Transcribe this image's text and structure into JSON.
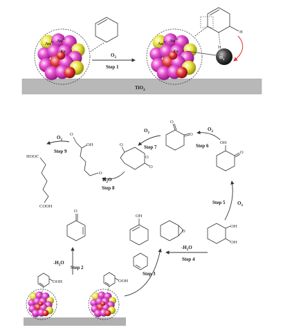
{
  "support": {
    "label": "TiO",
    "subscript": "2"
  },
  "top": {
    "arrow": {
      "reagent": "O",
      "reagent_sub": "2",
      "step": "Step 1"
    },
    "cluster_labels": [
      "Au",
      "Au",
      "Fe"
    ],
    "cluster_charges": [
      "δ+",
      "δ+",
      ""
    ],
    "intermediate_atoms": {
      "h1": "H",
      "h2": "H",
      "o2": "O",
      "o2_sub": "2"
    }
  },
  "cycle": {
    "steps": [
      {
        "id": "step2",
        "label": "Step 2",
        "reagent": "-H",
        "reagent_sub": "2",
        "reagent_tail": "O"
      },
      {
        "id": "step3",
        "label": "Step 3"
      },
      {
        "id": "step4",
        "label": "Step 4",
        "reagent": "-H",
        "reagent_sub": "2",
        "reagent_tail": "O"
      },
      {
        "id": "step5",
        "label": "Step 5",
        "reagent": "O",
        "reagent_sub": "2"
      },
      {
        "id": "step6",
        "label": "Step 6",
        "reagent": "O",
        "reagent_sub": "2"
      },
      {
        "id": "step7",
        "label": "Step 7",
        "reagent": "O",
        "reagent_sub": "2"
      },
      {
        "id": "step8",
        "label": "Step 8",
        "reagent": "H",
        "reagent_sub": "2",
        "reagent_tail": "O"
      },
      {
        "id": "step9",
        "label": "Step 9",
        "reagent": "O",
        "reagent_sub": "2"
      }
    ],
    "atoms": {
      "ooh": "OOH",
      "oh": "OH",
      "o": "O",
      "cooh": "COOH",
      "hooc": "HOOC"
    }
  },
  "colors": {
    "magenta": "#e040c8",
    "yellow": "#e8e030",
    "red": "#e03030",
    "support": "#b8b8b8",
    "o2": "#333333",
    "arrow_red": "#e03030"
  },
  "icons": [
    "cyclohexene",
    "au-fe-cluster",
    "o2-molecule",
    "epoxide",
    "diol",
    "dione"
  ]
}
